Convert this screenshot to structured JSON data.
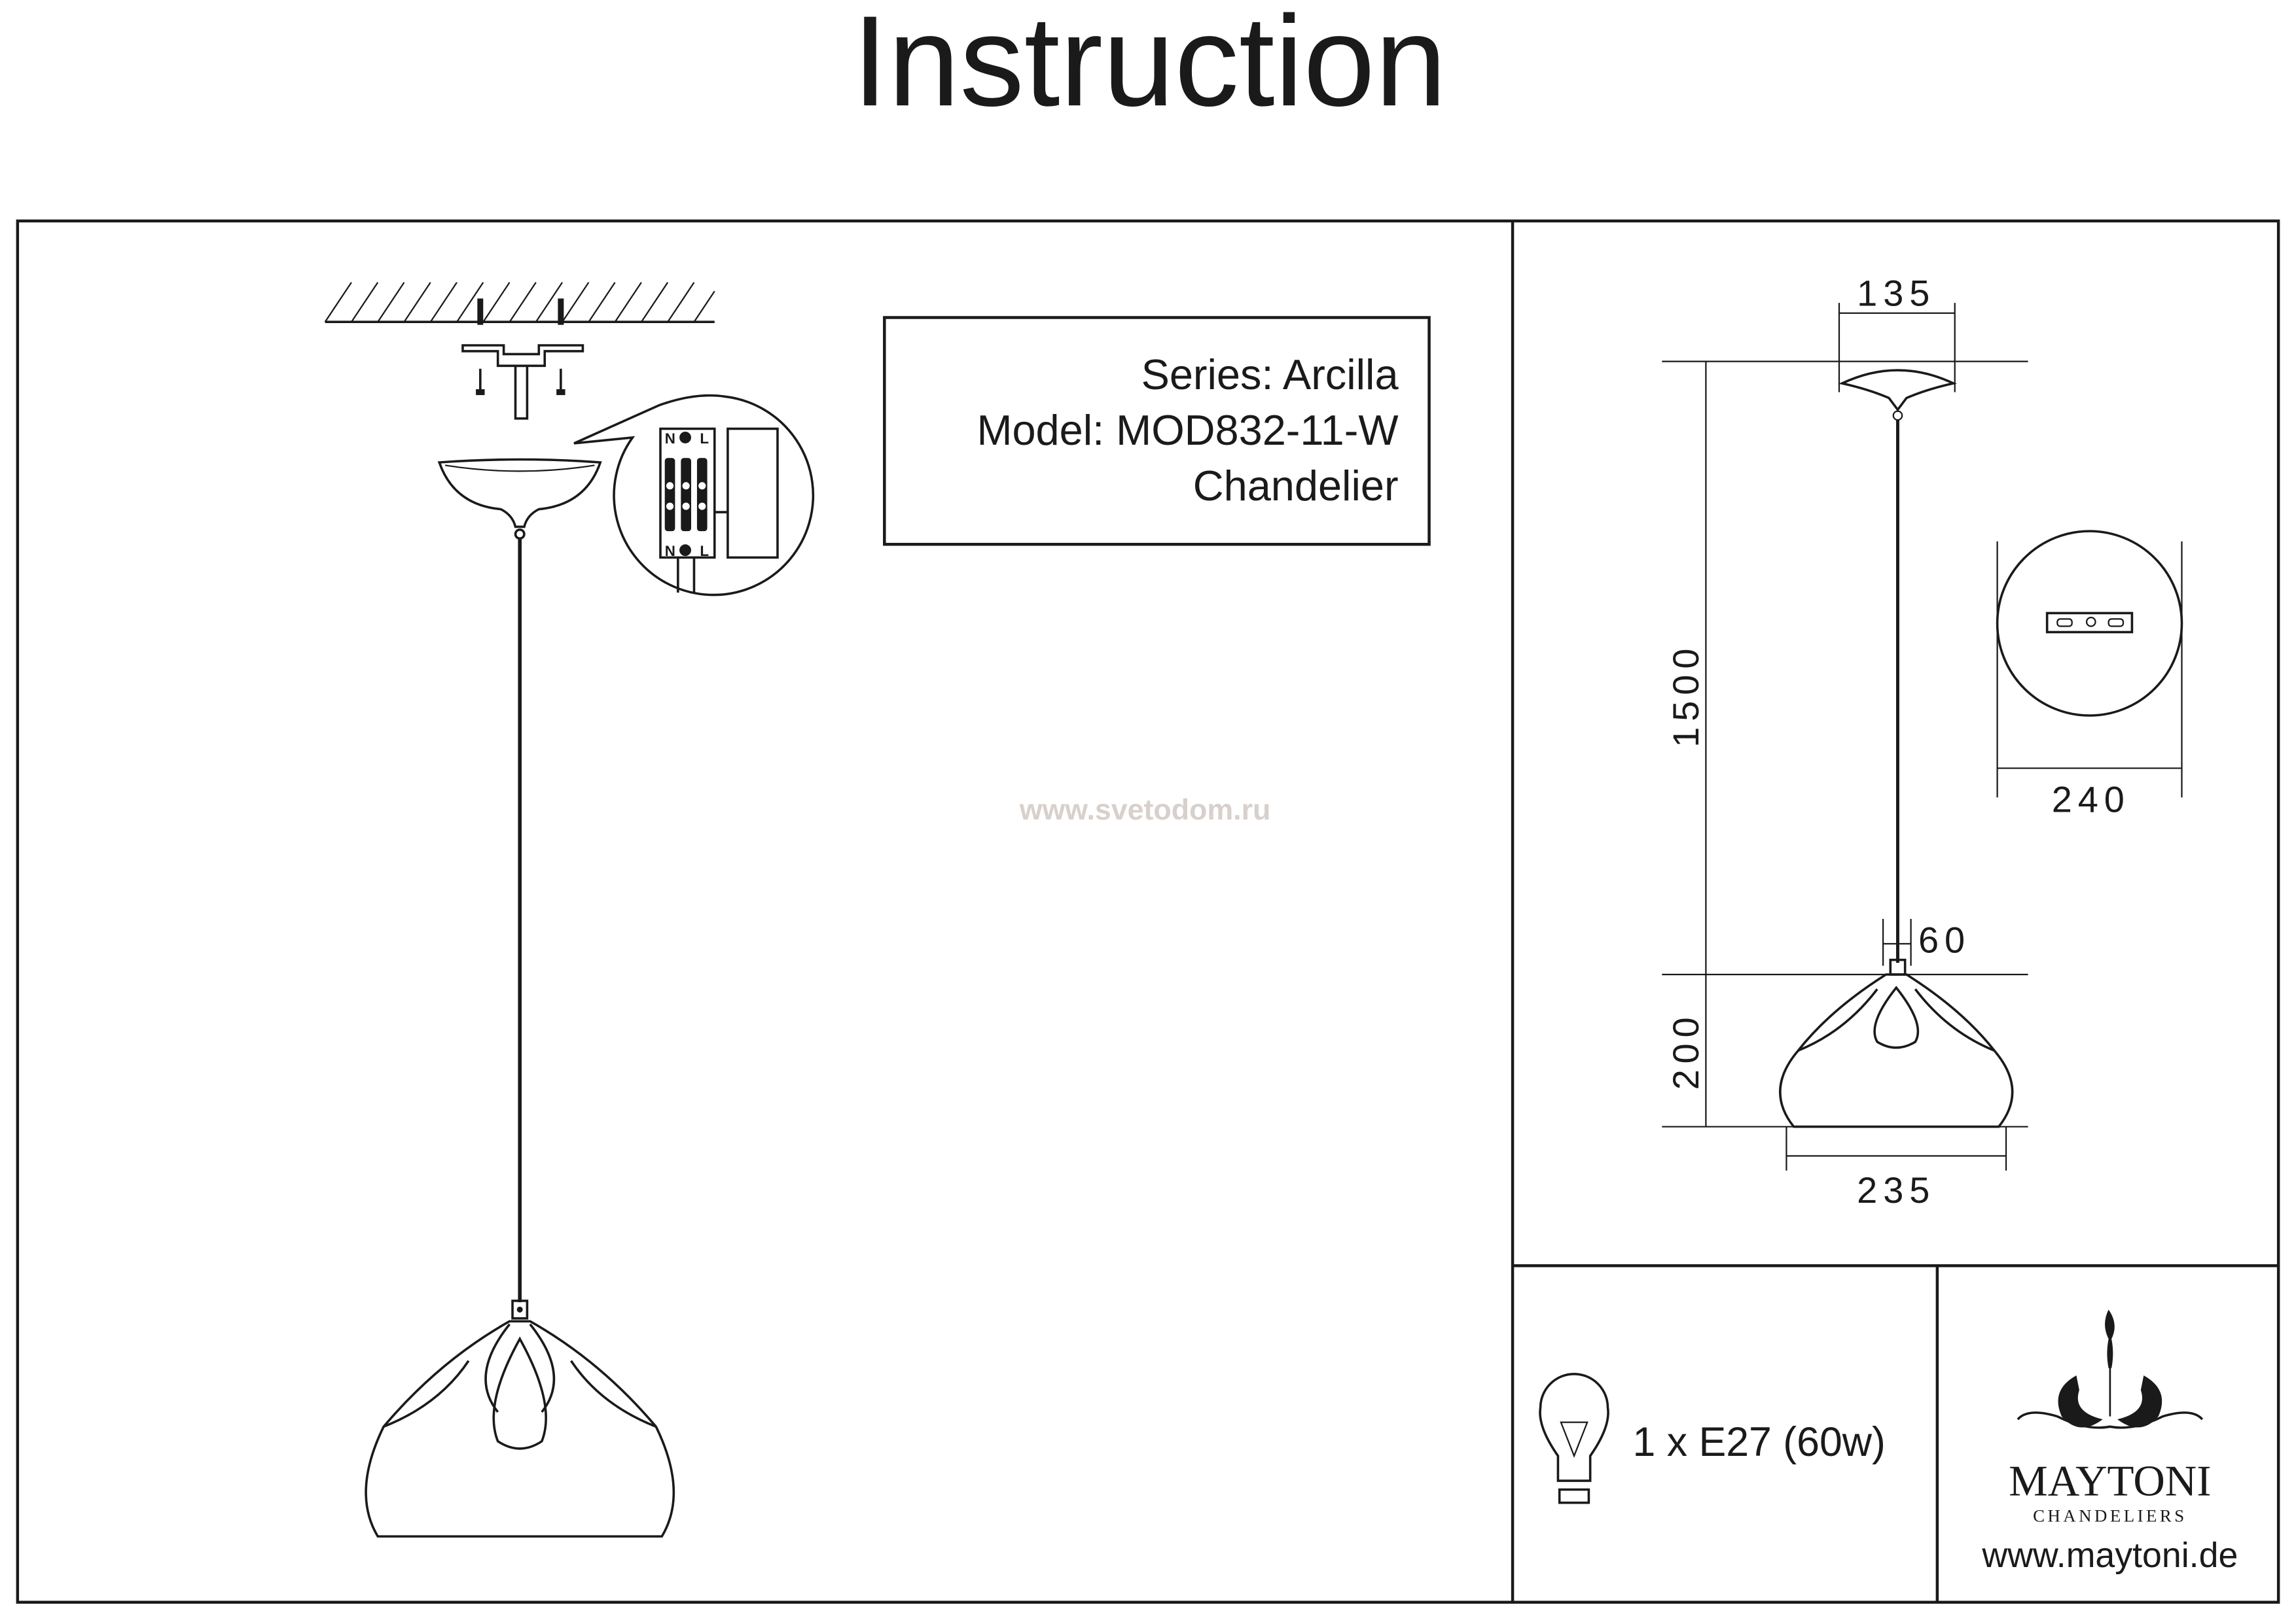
{
  "title": "Instruction",
  "info_box": {
    "series": "Series: Arcilla",
    "model": "Model: MOD832-11-W",
    "type": "Chandelier"
  },
  "watermark": "www.svetodom.ru",
  "terminal_labels": {
    "n": "N",
    "l": "L"
  },
  "dimensions": {
    "canopy_width": "135",
    "cable_length": "1500",
    "canopy_diameter": "240",
    "cap_width": "60",
    "shade_height": "200",
    "shade_width": "235"
  },
  "bulb": {
    "icon": "light-bulb-icon",
    "spec": "1 x E27 (60w)"
  },
  "brand": {
    "name": "MAYTONI",
    "subtitle": "CHANDELIERS",
    "website": "www.maytoni.de"
  },
  "colors": {
    "ink": "#1a1a1a",
    "watermark": "#d8d0cc"
  }
}
